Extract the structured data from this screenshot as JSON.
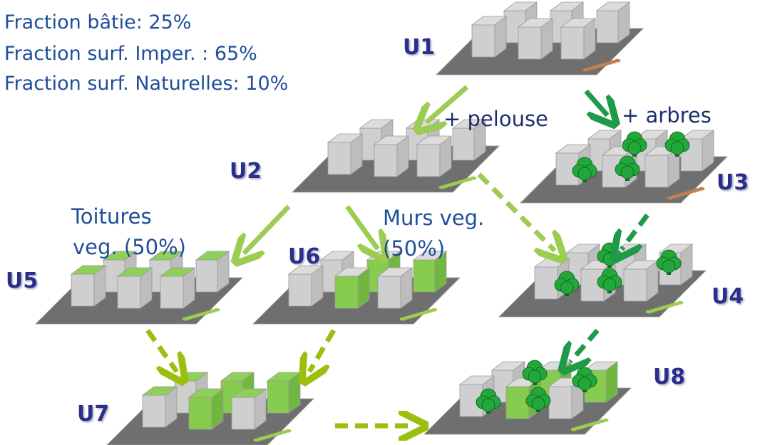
{
  "fractions": {
    "built": "Fraction bâtie: 25%",
    "impervious": "Fraction surf. Imper. : 65%",
    "natural": "Fraction surf. Naturelles: 10%"
  },
  "units": {
    "u1": "U1",
    "u2": "U2",
    "u3": "U3",
    "u4": "U4",
    "u5": "U5",
    "u6": "U6",
    "u7": "U7",
    "u8": "U8"
  },
  "annotations": {
    "lawn": "+ pelouse",
    "trees": "+ arbres",
    "roofs_line1": "Toitures",
    "roofs_line2": "veg. (50%)",
    "walls_line1": "Murs veg.",
    "walls_line2": "(50%)"
  },
  "colors": {
    "ground": "#6f6f6f",
    "building_front": "#cfcfcf",
    "building_side": "#bdbdbd",
    "building_top": "#dcdcdc",
    "green_roof": "#8ed05a",
    "green_wall": "#86cc4f",
    "tree": "#22a83a",
    "arrow_light": "#9ccc52",
    "arrow_dark": "#1e9a48",
    "arrow_lime": "#9bbf0f",
    "label": "#2a2f8f",
    "text": "#1f4e9a"
  }
}
